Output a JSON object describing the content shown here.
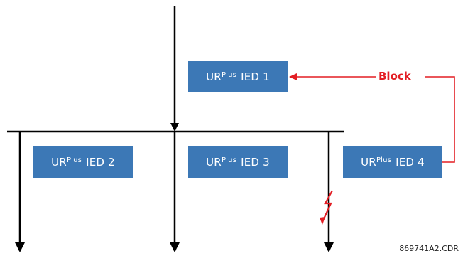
{
  "diagram": {
    "ieds": [
      {
        "prefix": "UR",
        "sup": "Plus",
        "label": "IED 1"
      },
      {
        "prefix": "UR",
        "sup": "Plus",
        "label": "IED 2"
      },
      {
        "prefix": "UR",
        "sup": "Plus",
        "label": "IED 3"
      },
      {
        "prefix": "UR",
        "sup": "Plus",
        "label": "IED 4"
      }
    ],
    "signal_label": "Block",
    "file_code": "869741A2.CDR"
  },
  "colors": {
    "box_fill": "#3c78b6",
    "box_text": "#ffffff",
    "signal": "#e31e24",
    "line": "#000000"
  },
  "icons": [
    "fault-lightning-icon",
    "arrow-down-icon",
    "arrow-left-icon"
  ]
}
